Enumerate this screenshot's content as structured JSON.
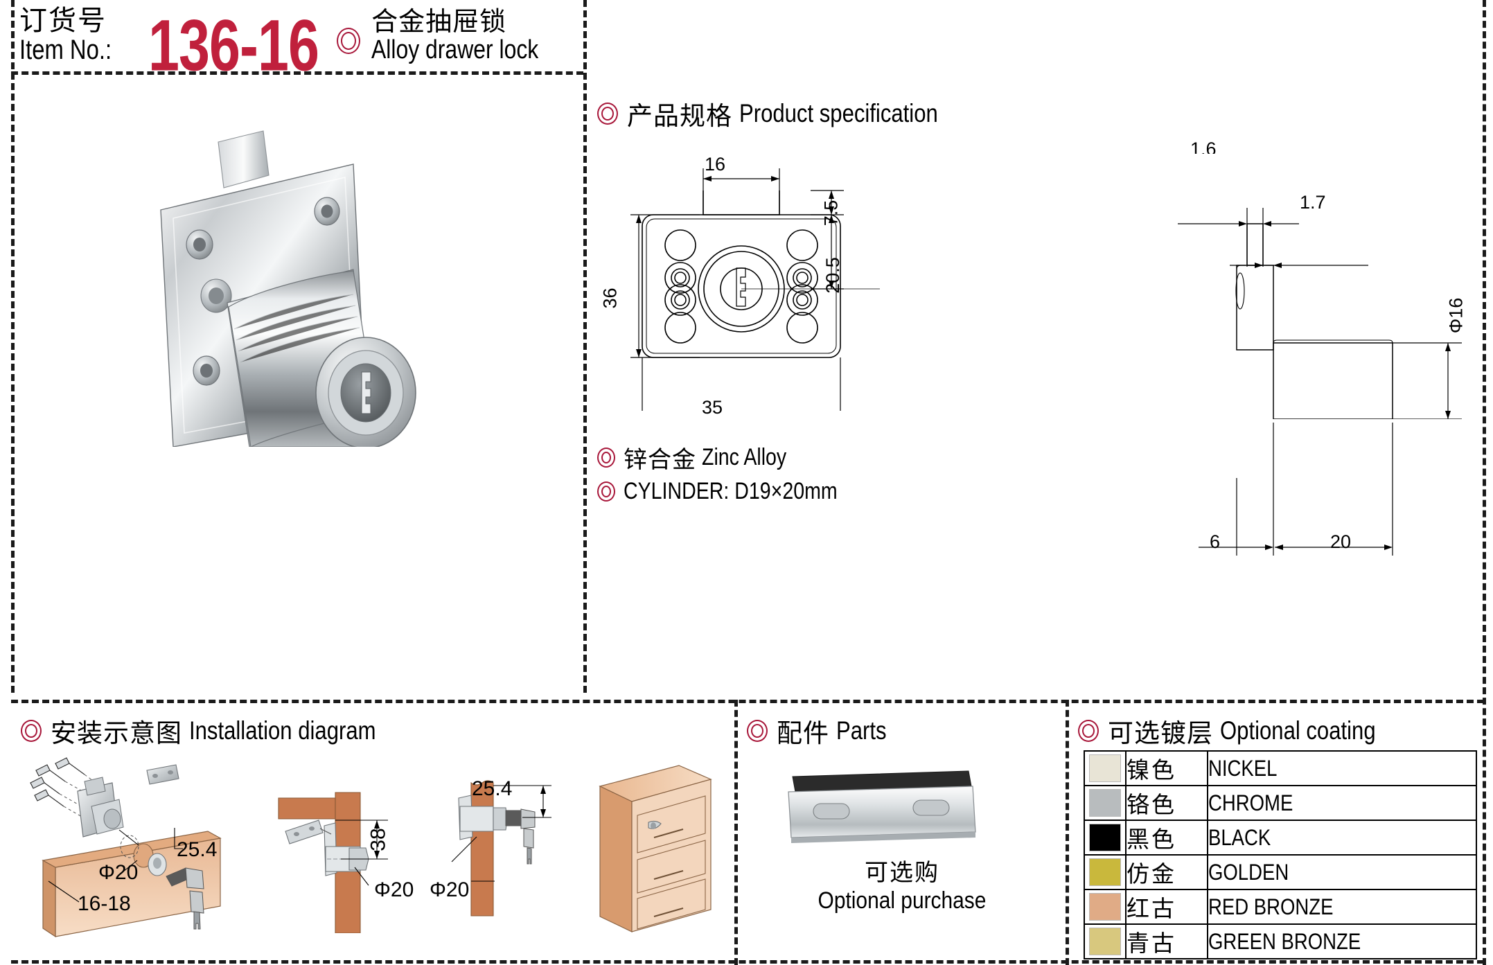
{
  "header": {
    "order_no_cn": "订货号",
    "order_no_en": "Item No.:",
    "item_code": "136-16",
    "product_cn": "合金抽屉锁",
    "product_en": "Alloy drawer lock"
  },
  "spec_section": {
    "title_cn": "产品规格",
    "title_en": "Product specification",
    "material_cn": "锌合金",
    "material_en": "Zinc Alloy",
    "cylinder": "CYLINDER: D19×20mm"
  },
  "drawing_front": {
    "top_width": "16",
    "tab_height": "7.5",
    "center_height": "20.5",
    "total_height": "36",
    "total_width": "35"
  },
  "drawing_side": {
    "plate_thickness": "1.6",
    "step": "1.7",
    "barrel_dia": "Φ16",
    "flange_depth": "6",
    "barrel_length": "20"
  },
  "install_section": {
    "title_cn": "安装示意图",
    "title_en": "Installation diagram",
    "d1_offset": "25.4",
    "d1_hole": "Φ20",
    "d1_thickness": "16-18",
    "d2_height": "38",
    "d2_hole": "Φ20",
    "d3_offset": "25.4",
    "d3_hole": "Φ20"
  },
  "parts_section": {
    "title_cn": "配件",
    "title_en": "Parts",
    "caption_cn": "可选购",
    "caption_en": "Optional purchase"
  },
  "coating_section": {
    "title_cn": "可选镀层",
    "title_en": "Optional coating",
    "rows": [
      {
        "cn": "镍色",
        "en": "NICKEL",
        "color": "#e8e4d6"
      },
      {
        "cn": "铬色",
        "en": "CHROME",
        "color": "#b8bcbe"
      },
      {
        "cn": "黑色",
        "en": "BLACK",
        "color": "#000000"
      },
      {
        "cn": "仿金",
        "en": "GOLDEN",
        "color": "#c9b83c"
      },
      {
        "cn": "红古",
        "en": "RED BRONZE",
        "color": "#e0ab86"
      },
      {
        "cn": "青古",
        "en": "GREEN BRONZE",
        "color": "#d8c87e"
      }
    ]
  }
}
